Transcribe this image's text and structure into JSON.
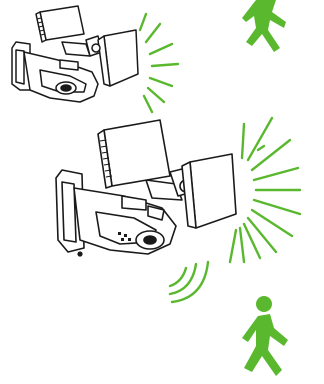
{
  "diagram": {
    "colors": {
      "line": "#1a1a1a",
      "fill": "#ffffff",
      "accent": "#5ab82e"
    },
    "panels": [
      {
        "id": "panel-top",
        "state": "inactive",
        "light_rays": 7,
        "person_near": false
      },
      {
        "id": "panel-bottom",
        "state": "active",
        "light_rays": 12,
        "sensor_waves": 3,
        "person_near": true
      }
    ],
    "icons": [
      "floodlight-icon",
      "person-walking-icon",
      "light-rays-icon",
      "motion-waves-icon"
    ]
  }
}
